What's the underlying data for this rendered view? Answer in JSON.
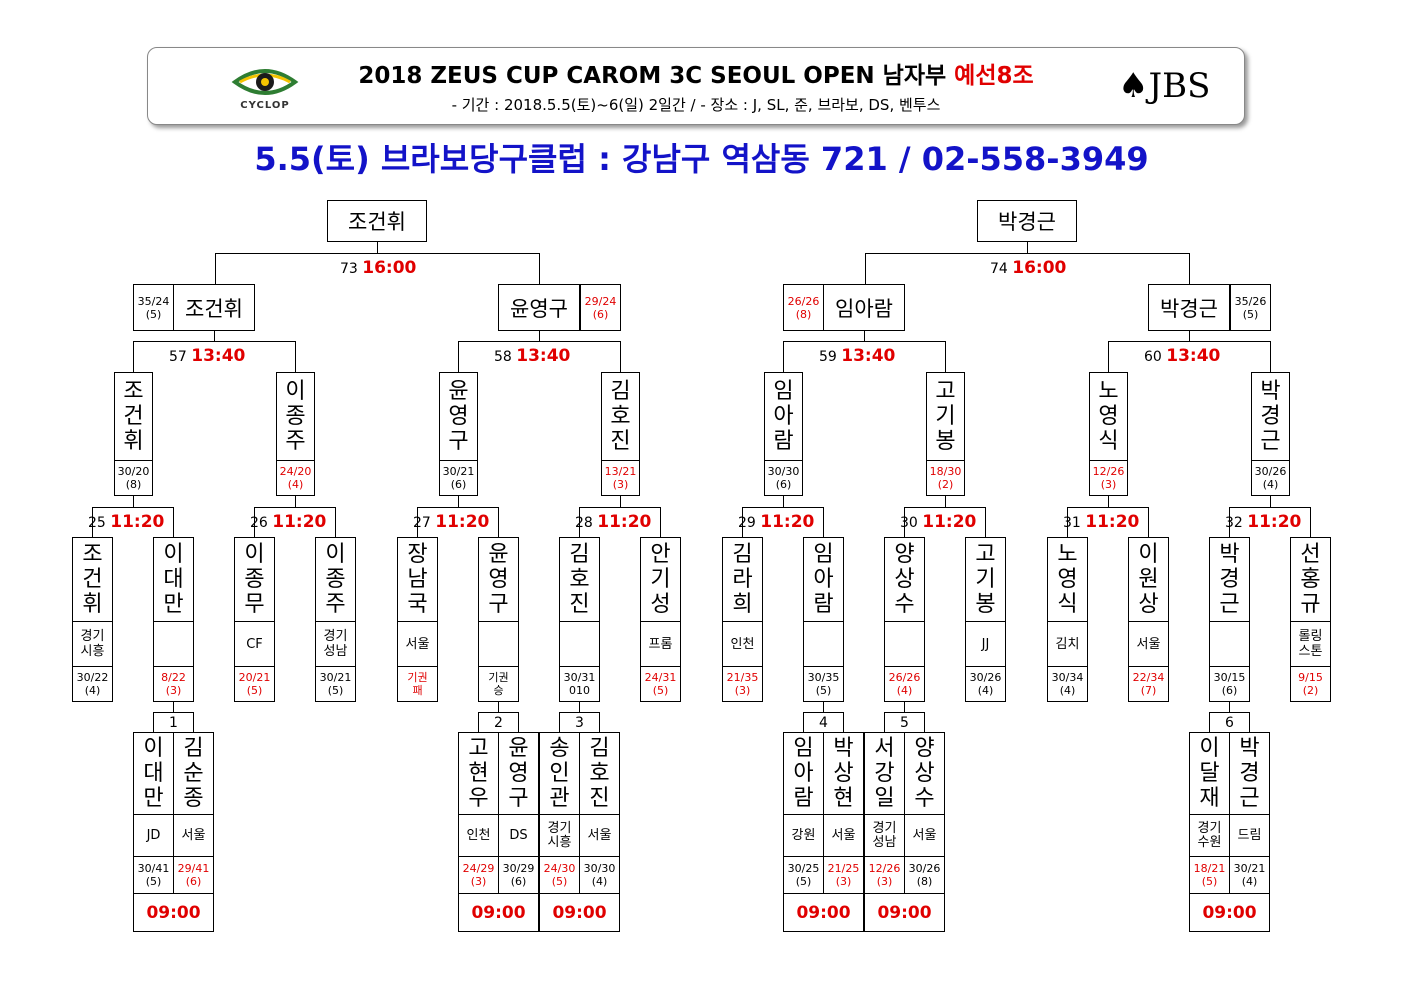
{
  "header": {
    "title_main": "2018 ZEUS CUP CAROM 3C SEOUL OPEN 남자부 ",
    "title_group": "예선8조",
    "subtitle": "- 기간 : 2018.5.5(토)~6(일) 2일간 / - 장소 :  J, SL, 준, 브라보, DS, 벤투스",
    "logo_left": "CYCLOP",
    "logo_right": "JBS",
    "logo_right_symbol": "♠"
  },
  "venue": "5.5(토) 브라보당구클럽 : 강남구 역삼동 721 / 02-558-3949",
  "final": {
    "left_winner": "조건휘",
    "right_winner": "박경근",
    "left_match": {
      "no": "73",
      "time": "16:00"
    },
    "right_match": {
      "no": "74",
      "time": "16:00"
    }
  },
  "semis": [
    {
      "name": "조건휘",
      "score": "35/24",
      "inn": "(5)",
      "red": false
    },
    {
      "name": "윤영구",
      "score": "29/24",
      "inn": "(6)",
      "red": true
    },
    {
      "name": "임아람",
      "score": "26/26",
      "inn": "(8)",
      "red": true
    },
    {
      "name": "박경근",
      "score": "35/26",
      "inn": "(5)",
      "red": false
    }
  ],
  "semi_matches": [
    {
      "no": "57",
      "time": "13:40"
    },
    {
      "no": "58",
      "time": "13:40"
    },
    {
      "no": "59",
      "time": "13:40"
    },
    {
      "no": "60",
      "time": "13:40"
    }
  ],
  "quarters": [
    {
      "name": "조건휘",
      "score": "30/20",
      "inn": "(8)",
      "red": false
    },
    {
      "name": "이종주",
      "score": "24/20",
      "inn": "(4)",
      "red": true
    },
    {
      "name": "윤영구",
      "score": "30/21",
      "inn": "(6)",
      "red": false
    },
    {
      "name": "김호진",
      "score": "13/21",
      "inn": "(3)",
      "red": true
    },
    {
      "name": "임아람",
      "score": "30/30",
      "inn": "(6)",
      "red": false
    },
    {
      "name": "고기봉",
      "score": "18/30",
      "inn": "(2)",
      "red": true
    },
    {
      "name": "노영식",
      "score": "12/26",
      "inn": "(3)",
      "red": true
    },
    {
      "name": "박경근",
      "score": "30/26",
      "inn": "(4)",
      "red": false
    }
  ],
  "r16_matches": [
    {
      "no": "25",
      "time": "11:20"
    },
    {
      "no": "26",
      "time": "11:20"
    },
    {
      "no": "27",
      "time": "11:20"
    },
    {
      "no": "28",
      "time": "11:20"
    },
    {
      "no": "29",
      "time": "11:20"
    },
    {
      "no": "30",
      "time": "11:20"
    },
    {
      "no": "31",
      "time": "11:20"
    },
    {
      "no": "32",
      "time": "11:20"
    }
  ],
  "r16": [
    {
      "name": "조건휘",
      "club": "경기\n시흥",
      "score": "30/22",
      "inn": "(4)",
      "red": false
    },
    {
      "name": "이대만",
      "club": "",
      "score": "8/22",
      "inn": "(3)",
      "red": true
    },
    {
      "name": "이종무",
      "club": "CF",
      "score": "20/21",
      "inn": "(5)",
      "red": true
    },
    {
      "name": "이종주",
      "club": "경기\n성남",
      "score": "30/21",
      "inn": "(5)",
      "red": false
    },
    {
      "name": "장남국",
      "club": "서울",
      "score": "기권",
      "inn": "패",
      "red": true
    },
    {
      "name": "윤영구",
      "club": "",
      "score": "기권",
      "inn": "승",
      "red": false
    },
    {
      "name": "김호진",
      "club": "",
      "score": "30/31",
      "inn": "010",
      "red": false
    },
    {
      "name": "안기성",
      "club": "프롬",
      "score": "24/31",
      "inn": "(5)",
      "red": true
    },
    {
      "name": "김라희",
      "club": "인천",
      "score": "21/35",
      "inn": "(3)",
      "red": true
    },
    {
      "name": "임아람",
      "club": "",
      "score": "30/35",
      "inn": "(5)",
      "red": false
    },
    {
      "name": "양상수",
      "club": "",
      "score": "26/26",
      "inn": "(4)",
      "red": true
    },
    {
      "name": "고기봉",
      "club": "JJ",
      "score": "30/26",
      "inn": "(4)",
      "red": false
    },
    {
      "name": "노영식",
      "club": "김치",
      "score": "30/34",
      "inn": "(4)",
      "red": false
    },
    {
      "name": "이원상",
      "club": "서울",
      "score": "22/34",
      "inn": "(7)",
      "red": true
    },
    {
      "name": "박경근",
      "club": "",
      "score": "30/15",
      "inn": "(6)",
      "red": false
    },
    {
      "name": "선홍규",
      "club": "롤링\n스톤",
      "score": "9/15",
      "inn": "(2)",
      "red": true
    }
  ],
  "prelims": [
    {
      "no": "1",
      "time": "09:00",
      "players": [
        {
          "name": "이대만",
          "club": "JD",
          "score": "30/41",
          "inn": "(5)",
          "red": false
        },
        {
          "name": "김순종",
          "club": "서울",
          "score": "29/41",
          "inn": "(6)",
          "red": true
        }
      ]
    },
    {
      "no": "2",
      "time": "09:00",
      "players": [
        {
          "name": "고현우",
          "club": "인천",
          "score": "24/29",
          "inn": "(3)",
          "red": true
        },
        {
          "name": "윤영구",
          "club": "DS",
          "score": "30/29",
          "inn": "(6)",
          "red": false
        }
      ]
    },
    {
      "no": "3",
      "time": "09:00",
      "players": [
        {
          "name": "송인관",
          "club": "경기\n시흥",
          "score": "24/30",
          "inn": "(5)",
          "red": true
        },
        {
          "name": "김호진",
          "club": "서울",
          "score": "30/30",
          "inn": "(4)",
          "red": false
        }
      ]
    },
    {
      "no": "4",
      "time": "09:00",
      "players": [
        {
          "name": "임아람",
          "club": "강원",
          "score": "30/25",
          "inn": "(5)",
          "red": false
        },
        {
          "name": "박상현",
          "club": "서울",
          "score": "21/25",
          "inn": "(3)",
          "red": true
        }
      ]
    },
    {
      "no": "5",
      "time": "09:00",
      "players": [
        {
          "name": "서강일",
          "club": "경기\n성남",
          "score": "12/26",
          "inn": "(3)",
          "red": true
        },
        {
          "name": "양상수",
          "club": "서울",
          "score": "30/26",
          "inn": "(8)",
          "red": false
        }
      ]
    },
    {
      "no": "6",
      "time": "09:00",
      "players": [
        {
          "name": "이달재",
          "club": "경기\n수원",
          "score": "18/21",
          "inn": "(5)",
          "red": true
        },
        {
          "name": "박경근",
          "club": "드림",
          "score": "30/21",
          "inn": "(4)",
          "red": false
        }
      ]
    }
  ],
  "colors": {
    "accent_red": "#e00000",
    "venue_blue": "#1313c8"
  }
}
